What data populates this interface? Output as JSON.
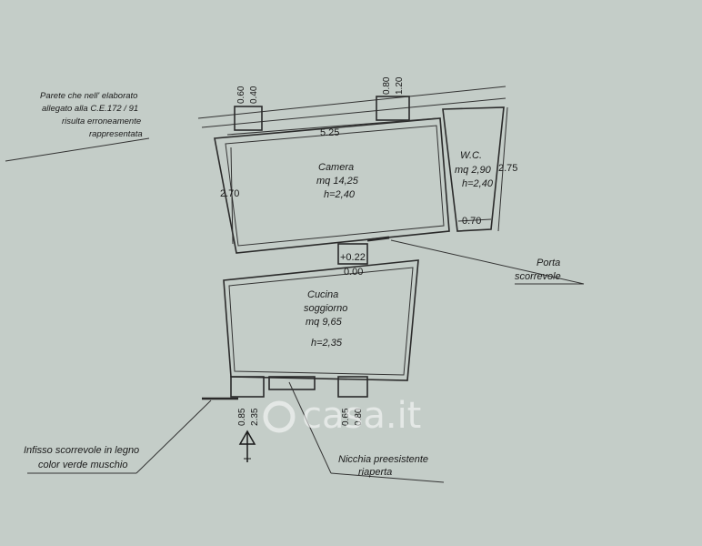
{
  "annotations": {
    "wall_note": [
      "Parete che nell' elaborato",
      "allegato alla C.E.172 / 91",
      "risulta erroneamente",
      "rappresentata"
    ],
    "porta": [
      "Porta",
      "scorrevole"
    ],
    "infisso": [
      "Infisso scorrevole in legno",
      "color verde muschio"
    ],
    "nicchia": [
      "Nicchia preesistente",
      "riaperta"
    ]
  },
  "rooms": {
    "camera": {
      "name": "Camera",
      "area": "mq 14,25",
      "height": "h=2,40"
    },
    "wc": {
      "name": "W.C.",
      "area": "mq 2,90",
      "height": "h=2,40"
    },
    "cucina": {
      "name1": "Cucina",
      "name2": "soggiorno",
      "area": "mq 9,65",
      "height": "h=2,35"
    }
  },
  "dimensions": {
    "top_window_left": [
      "0.60",
      "0.40"
    ],
    "top_window_right": [
      "0.80",
      "1.20"
    ],
    "camera_width": "5.25",
    "camera_depth": "2.70",
    "wc_height": "2.75",
    "wc_width": "0.70",
    "level_plus": "+0.22",
    "level_zero": "0.00",
    "bottom_left": [
      "0.85",
      "2.35"
    ],
    "bottom_right": [
      "0.65",
      "0.80"
    ]
  },
  "watermark": "casa.it"
}
